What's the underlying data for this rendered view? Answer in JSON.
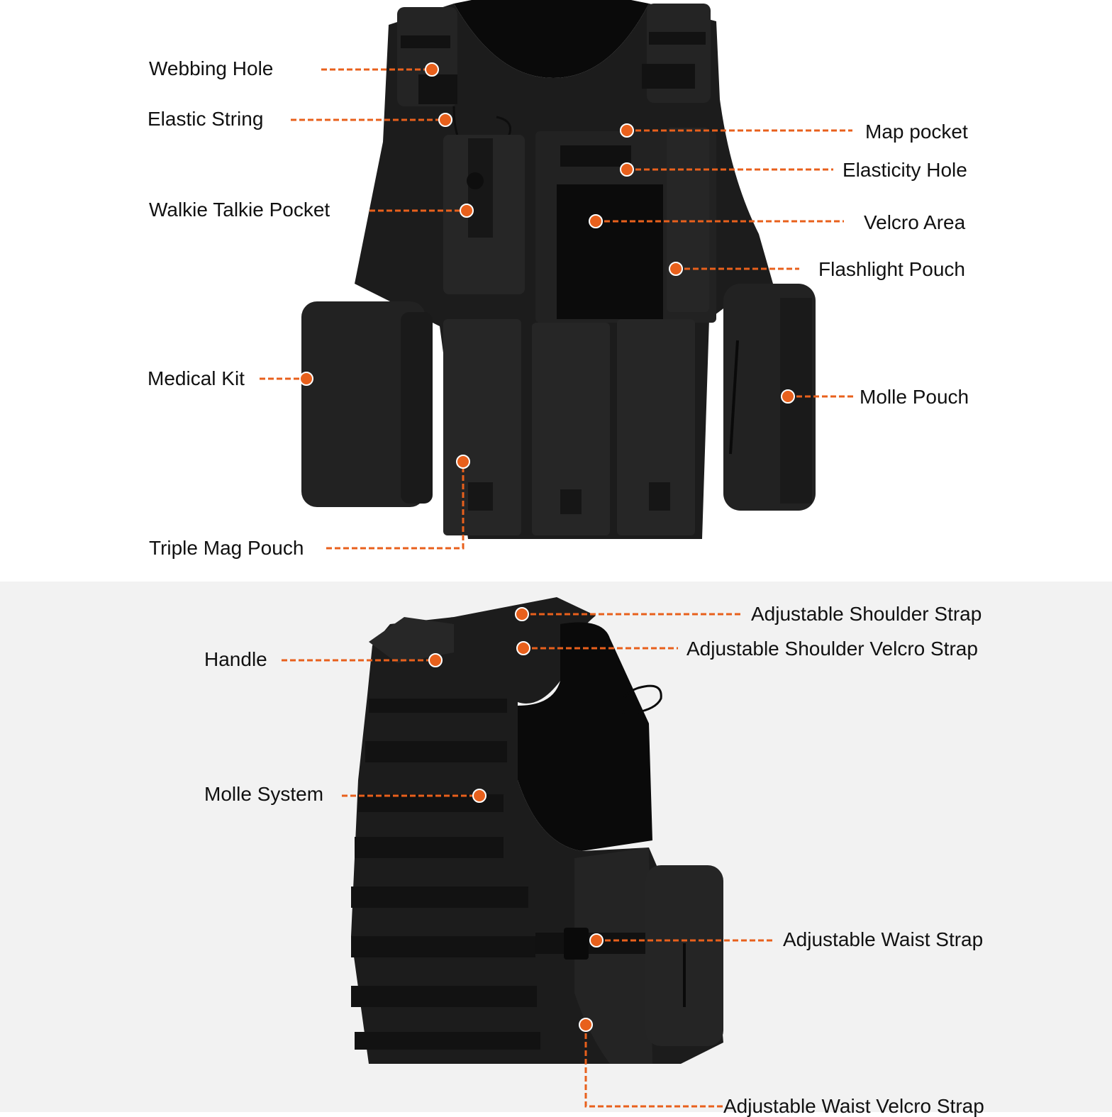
{
  "colors": {
    "accent": "#e8601c",
    "vest": "#1c1c1c",
    "vest_dark": "#0d0d0d",
    "vest_light": "#2b2b2b"
  },
  "front": {
    "labels": {
      "webbing_hole": "Webbing Hole",
      "elastic_string": "Elastic String",
      "walkie_talkie_pocket": "Walkie Talkie Pocket",
      "medical_kit": "Medical Kit",
      "triple_mag_pouch": "Triple Mag Pouch",
      "map_pocket": "Map pocket",
      "elasticity_hole": "Elasticity Hole",
      "velcro_area": "Velcro Area",
      "flashlight_pouch": "Flashlight Pouch",
      "molle_pouch": "Molle Pouch"
    }
  },
  "side": {
    "labels": {
      "handle": "Handle",
      "molle_system": "Molle System",
      "adjustable_shoulder_strap": "Adjustable Shoulder Strap",
      "adjustable_shoulder_velcro_strap": "Adjustable Shoulder Velcro Strap",
      "adjustable_waist_strap": "Adjustable Waist Strap",
      "adjustable_waist_velcro_strap": "Adjustable Waist Velcro Strap"
    }
  }
}
